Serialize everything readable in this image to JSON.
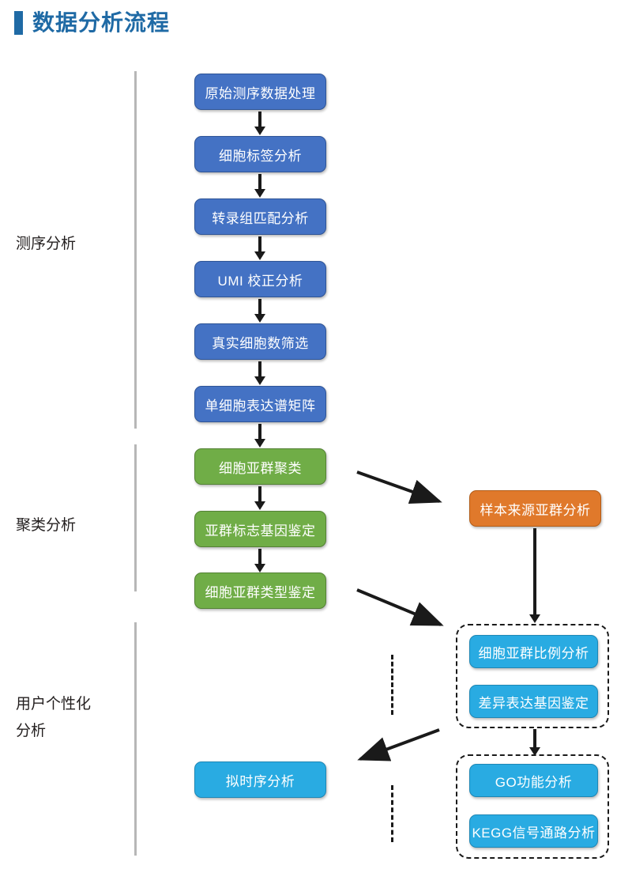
{
  "title": {
    "text": "数据分析流程",
    "accent_color": "#1F6AA5"
  },
  "stages": [
    {
      "label": "测序分析"
    },
    {
      "label": "聚类分析"
    },
    {
      "label": "用户个性化\n分析"
    }
  ],
  "colors": {
    "blue": "#4472C4",
    "green": "#70AD47",
    "orange": "#E0792B",
    "cyan": "#29ABE2",
    "divider": "#b7b7b7",
    "arrow": "#1a1a1a",
    "label_text": "#231f1f"
  },
  "nodes": {
    "seq": [
      {
        "label": "原始测序数据处理",
        "color": "blue"
      },
      {
        "label": "细胞标签分析",
        "color": "blue"
      },
      {
        "label": "转录组匹配分析",
        "color": "blue"
      },
      {
        "label": "UMI 校正分析",
        "color": "blue"
      },
      {
        "label": "真实细胞数筛选",
        "color": "blue"
      },
      {
        "label": "单细胞表达谱矩阵",
        "color": "blue"
      }
    ],
    "cluster": [
      {
        "label": "细胞亚群聚类",
        "color": "green"
      },
      {
        "label": "亚群标志基因鉴定",
        "color": "green"
      },
      {
        "label": "细胞亚群类型鉴定",
        "color": "green"
      }
    ],
    "sample_source": {
      "label": "样本来源亚群分析",
      "color": "orange"
    },
    "custom_group_1": [
      {
        "label": "细胞亚群比例分析",
        "color": "cyan"
      },
      {
        "label": "差异表达基因鉴定",
        "color": "cyan"
      }
    ],
    "custom_group_2": [
      {
        "label": "GO功能分析",
        "color": "cyan"
      },
      {
        "label": "KEGG信号通路分析",
        "color": "cyan"
      }
    ],
    "pseudotime": {
      "label": "拟时序分析",
      "color": "cyan"
    }
  }
}
